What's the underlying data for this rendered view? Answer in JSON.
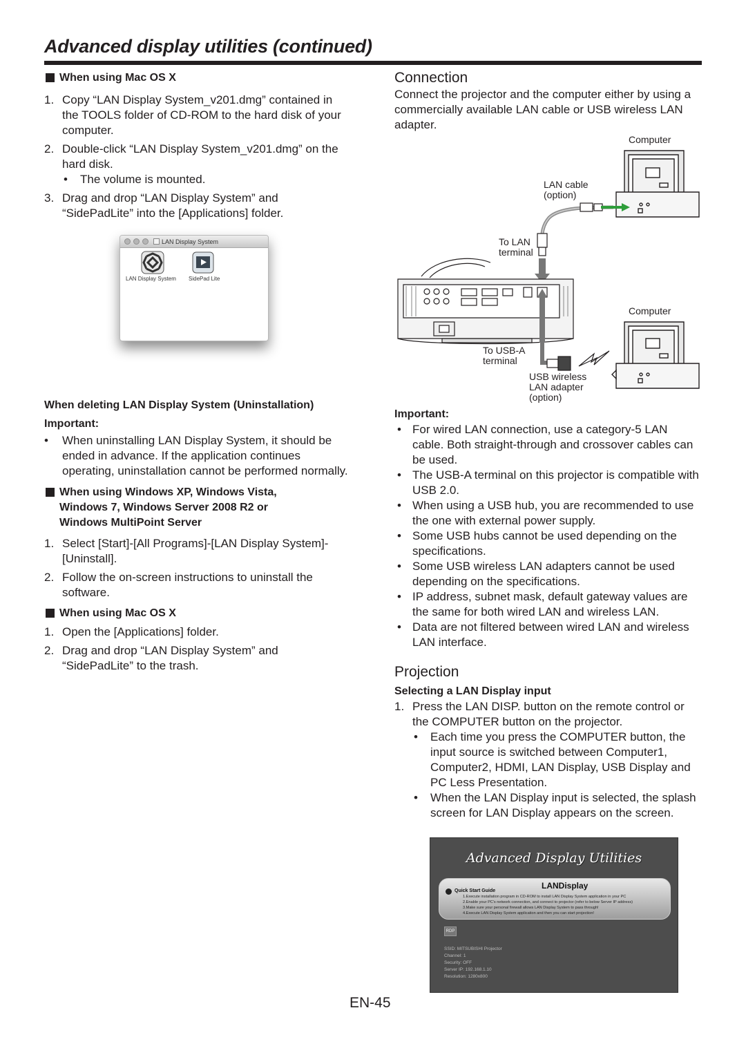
{
  "header": {
    "title": "Advanced display utilities (continued)"
  },
  "left": {
    "mac_install": {
      "heading": "When using Mac OS X",
      "steps": [
        {
          "num": "1.",
          "text": "Copy “LAN Display System_v201.dmg” contained in the TOOLS folder of CD-ROM to the hard disk of your computer."
        },
        {
          "num": "2.",
          "text": "Double-click “LAN Display System_v201.dmg” on the hard disk.",
          "bullet": "The volume is mounted."
        },
        {
          "num": "3.",
          "text": "Drag and drop “LAN Display System” and “SidePadLite” into the [Applications] folder."
        }
      ]
    },
    "mac_window": {
      "title": "LAN Display System",
      "icon1_label": "LAN Display System",
      "icon2_label": "SidePad Lite"
    },
    "uninstall": {
      "heading": "When deleting LAN Display System (Uninstallation)",
      "important_label": "Important:",
      "important_text": "When uninstalling LAN Display System, it should be ended in advance. If the application continues operating, uninstallation cannot be performed normally.",
      "windows_heading_1": "When using Windows XP, Windows Vista,",
      "windows_heading_2": "Windows 7, Windows Server 2008 R2 or",
      "windows_heading_3": "Windows MultiPoint Server",
      "windows_steps": [
        {
          "num": "1.",
          "text": "Select [Start]-[All Programs]-[LAN Display System]-[Uninstall]."
        },
        {
          "num": "2.",
          "text": "Follow the on-screen instructions to uninstall the software."
        }
      ],
      "mac_heading": "When using Mac OS X",
      "mac_steps": [
        {
          "num": "1.",
          "text": "Open the [Applications] folder."
        },
        {
          "num": "2.",
          "text": "Drag and drop “LAN Display System” and “SidePadLite” to the trash."
        }
      ]
    }
  },
  "right": {
    "connection": {
      "title": "Connection",
      "intro": "Connect the projector and the computer either by using a commercially available LAN cable or USB wireless LAN adapter."
    },
    "diagram": {
      "computer_top": "Computer",
      "lan_cable": "LAN cable",
      "lan_option": "(option)",
      "to_lan_1": "To LAN",
      "to_lan_2": "terminal",
      "computer_bottom": "Computer",
      "to_usb_1": "To USB-A",
      "to_usb_2": "terminal",
      "usb_1": "USB wireless",
      "usb_2": "LAN adapter",
      "usb_3": "(option)"
    },
    "important": {
      "label": "Important:",
      "bullets": [
        "For wired LAN connection, use a category-5 LAN cable. Both straight-through and crossover cables can be used.",
        "The USB-A terminal on this projector is compatible with USB 2.0.",
        "When using a USB hub, you are recommended to use the one with external power supply.",
        "Some USB hubs cannot be used depending on the specifications.",
        "Some USB wireless LAN adapters cannot be used depending on the specifications.",
        "IP address, subnet mask, default gateway values are the same for both wired LAN and wireless LAN.",
        "Data are not filtered between wired LAN and wireless LAN interface."
      ]
    },
    "projection": {
      "title": "Projection",
      "subheading": "Selecting a LAN Display input",
      "step_num": "1.",
      "step_text": "Press the LAN DISP. button on the remote control or the COMPUTER button on the projector.",
      "bullets": [
        "Each time you press the COMPUTER button, the input source is switched between Computer1, Computer2, HDMI, LAN Display, USB Display and PC Less Presentation.",
        "When the LAN Display input is selected, the splash screen for LAN Display appears on the screen."
      ]
    },
    "splash": {
      "title": "Advanced Display Utilities",
      "lan_display": "LANDisplay",
      "quick_start": "Quick Start Guide",
      "steps": [
        "1.Execute installation program in CD-ROM to install LAN Display System application in your PC",
        "2.Enable your PC's network connection, and connect to projector (refer to below Server IP address)",
        "3.Make sure your personal firewall allows LAN Display System to pass through!",
        "4.Execute LAN Display System application and then you can start projection!"
      ],
      "rdp": "RDP",
      "info": [
        "SSID: MITSUBISHI Projector",
        "Channel: 1",
        "Security: OFF",
        "Server IP: 192.168.1.10",
        "Resolution: 1280x800"
      ]
    }
  },
  "footer": {
    "page_number": "EN-45"
  }
}
